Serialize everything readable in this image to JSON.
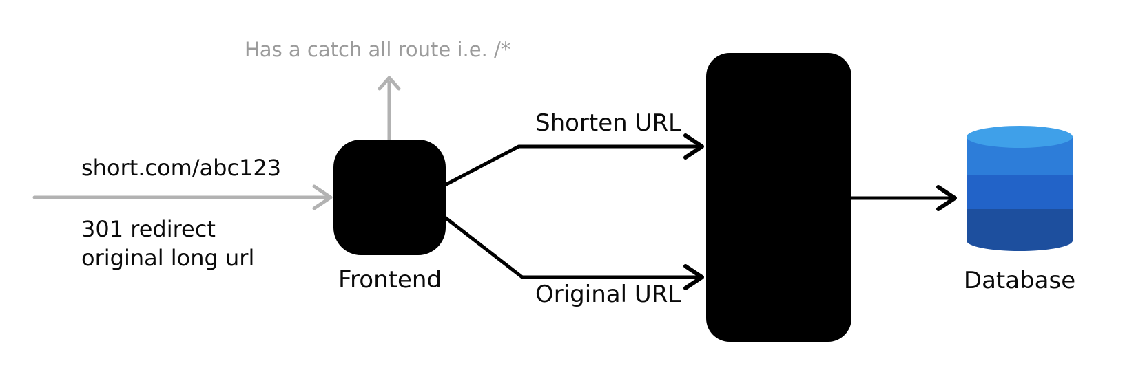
{
  "nodes": {
    "frontend": {
      "label": "Frontend"
    },
    "database": {
      "label": "Database"
    }
  },
  "edges": {
    "request": {
      "label": "short.com/abc123",
      "note_line1": "301 redirect",
      "note_line2": "original long url"
    },
    "shorten": {
      "label": "Shorten URL"
    },
    "original": {
      "label": "Original URL"
    }
  },
  "notes": {
    "catch_all": "Has a catch all route i.e. /*"
  },
  "colors": {
    "background": "#ffffff",
    "node_black": "#000000",
    "text_black": "#0a0a0a",
    "text_gray": "#9b9b9b",
    "line_gray": "#b2b2b2",
    "db_top": "#3fa0e9",
    "db_upper": "#2d7dd9",
    "db_middle": "#2263c8",
    "db_lower": "#1d4f9e"
  }
}
